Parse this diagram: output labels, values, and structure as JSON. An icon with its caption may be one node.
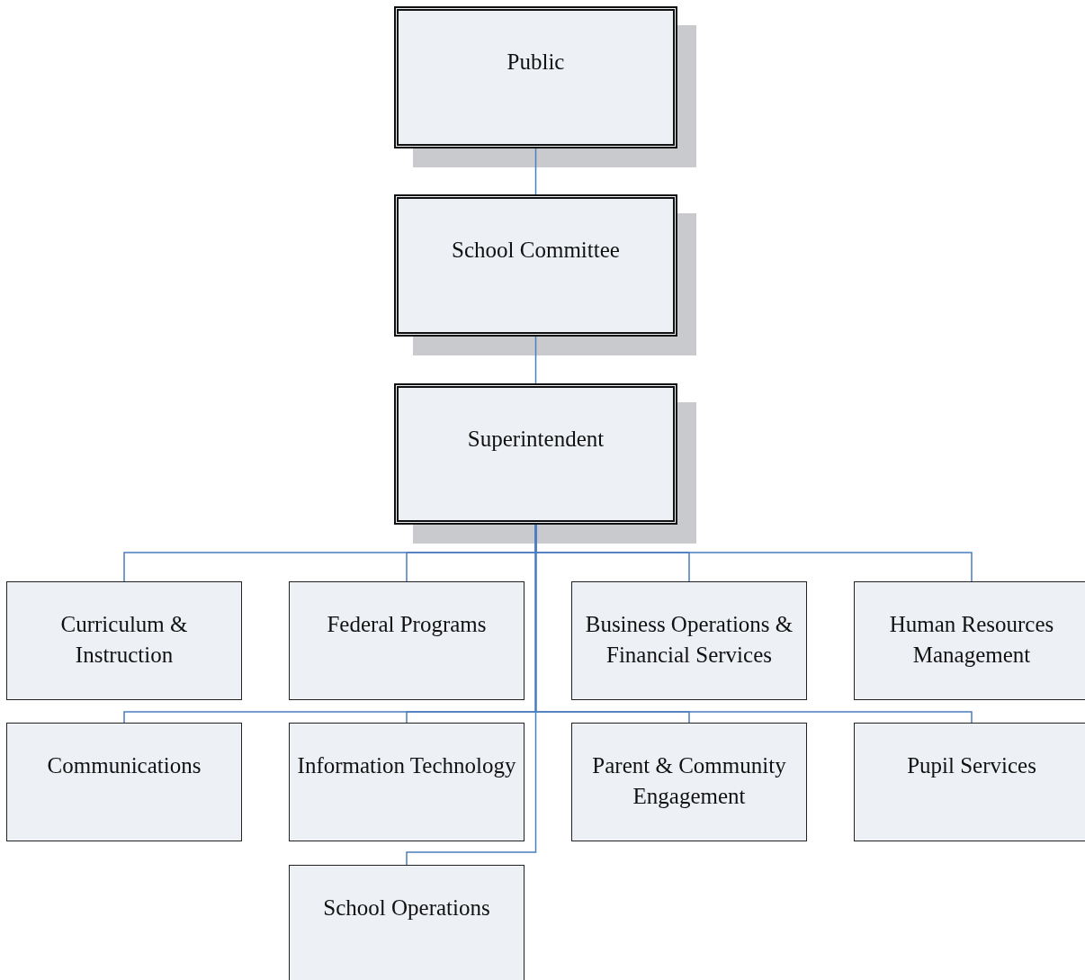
{
  "diagram": {
    "nodes": [
      {
        "text": [
          "Public"
        ]
      },
      {
        "text": [
          "School Committee"
        ]
      },
      {
        "text": [
          "Superintendent"
        ]
      },
      {
        "text": [
          "Curriculum & Instruction"
        ]
      },
      {
        "text": [
          "Federal Programs"
        ]
      },
      {
        "text": [
          "Business Operations & Financial Services"
        ]
      },
      {
        "text": [
          "Human Resources Management"
        ]
      },
      {
        "text": [
          "Communications"
        ]
      },
      {
        "text": [
          "Information Technology"
        ]
      },
      {
        "text": [
          "Parent & Community Engagement"
        ]
      },
      {
        "text": [
          "Pupil Services"
        ]
      },
      {
        "text": [
          "School Operations"
        ]
      }
    ],
    "edges": [
      {
        "from": 0,
        "to": 1,
        "arrow": "none"
      },
      {
        "from": 1,
        "to": 2,
        "arrow": "none"
      },
      {
        "from": 2,
        "to": 3,
        "arrow": "none"
      },
      {
        "from": 2,
        "to": 4,
        "arrow": "none"
      },
      {
        "from": 2,
        "to": 5,
        "arrow": "none"
      },
      {
        "from": 2,
        "to": 6,
        "arrow": "none"
      },
      {
        "from": 2,
        "to": 7,
        "arrow": "none"
      },
      {
        "from": 2,
        "to": 8,
        "arrow": "none"
      },
      {
        "from": 2,
        "to": 9,
        "arrow": "none"
      },
      {
        "from": 2,
        "to": 10,
        "arrow": "none"
      },
      {
        "from": 2,
        "to": 11,
        "arrow": "none"
      }
    ]
  }
}
